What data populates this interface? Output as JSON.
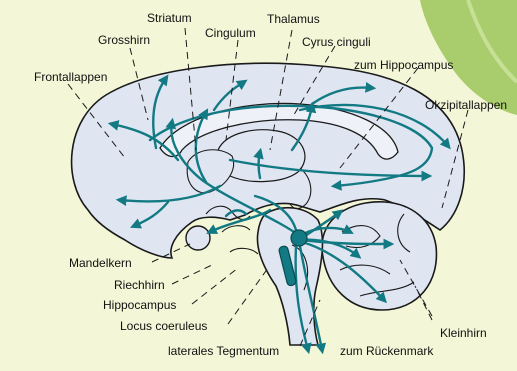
{
  "labels": {
    "striatum": "Striatum",
    "thalamus": "Thalamus",
    "grosshirn": "Grosshirn",
    "cingulum": "Cingulum",
    "cyrus_cinguli": "Cyrus cinguli",
    "zum_hippocampus": "zum Hippocampus",
    "frontallappen": "Frontallappen",
    "okzipitallappen": "Okzipitallappen",
    "mandelkern": "Mandelkern",
    "riechhirn": "Riechhirn",
    "hippocampus": "Hippocampus",
    "locus_coeruleus": "Locus coeruleus",
    "laterales_tegmentum": "laterales Tegmentum",
    "zum_rueckenmark": "zum Rückenmark",
    "kleinhirn": "Kleinhirn"
  },
  "colors": {
    "background": "#f3f7d7",
    "brain_fill": "#dfe6f2",
    "outline": "#1a1a1a",
    "pathway": "#137a84",
    "leaf": "#a9cc6c"
  }
}
